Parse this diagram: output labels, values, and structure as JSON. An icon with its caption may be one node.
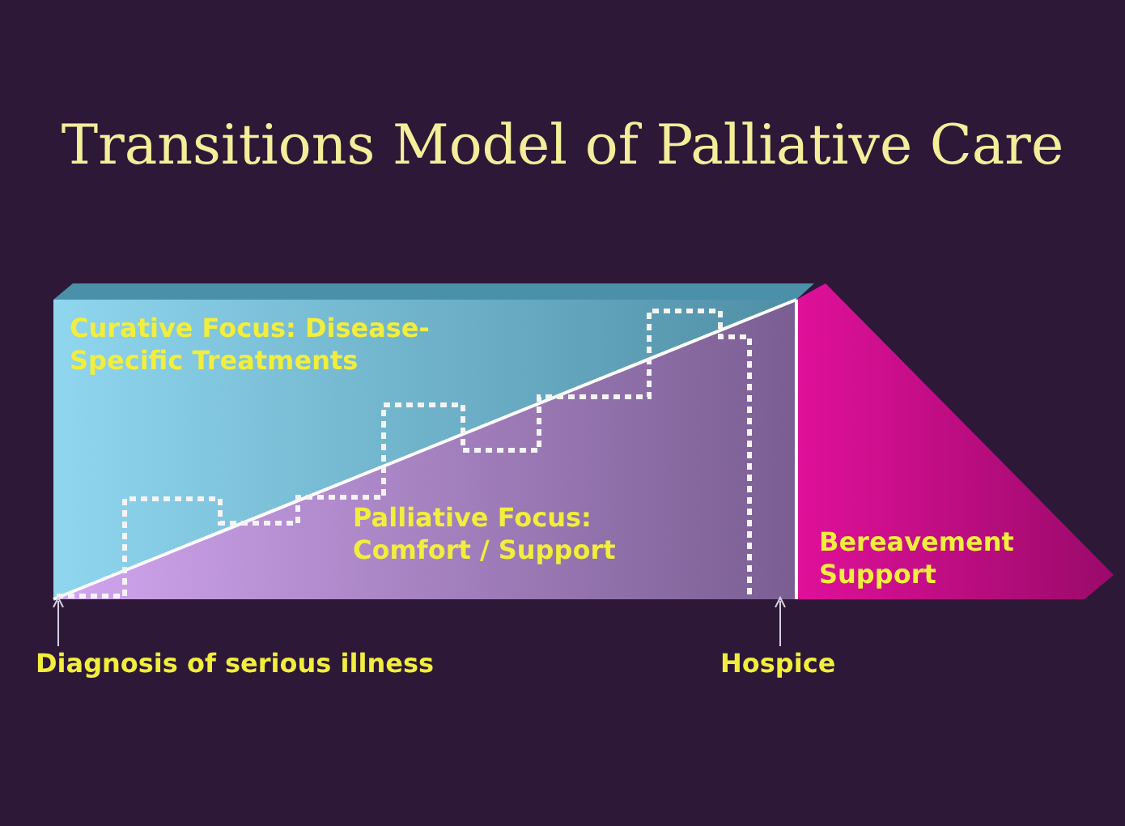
{
  "diagram": {
    "title": "Transitions Model of Palliative Care",
    "nodes": [
      {
        "text": [
          "Curative Focus: Disease-Specific Treatments"
        ]
      },
      {
        "text": [
          "Palliative Focus: Comfort / Support"
        ]
      },
      {
        "text": [
          "Bereavement Support"
        ]
      },
      {
        "text": [
          "Diagnosis of serious illness"
        ]
      },
      {
        "text": [
          "Hospice"
        ]
      }
    ],
    "edges": [
      {
        "from": 3,
        "to": 1,
        "arrow": "to"
      },
      {
        "from": 4,
        "to": 1,
        "arrow": "to"
      }
    ]
  }
}
